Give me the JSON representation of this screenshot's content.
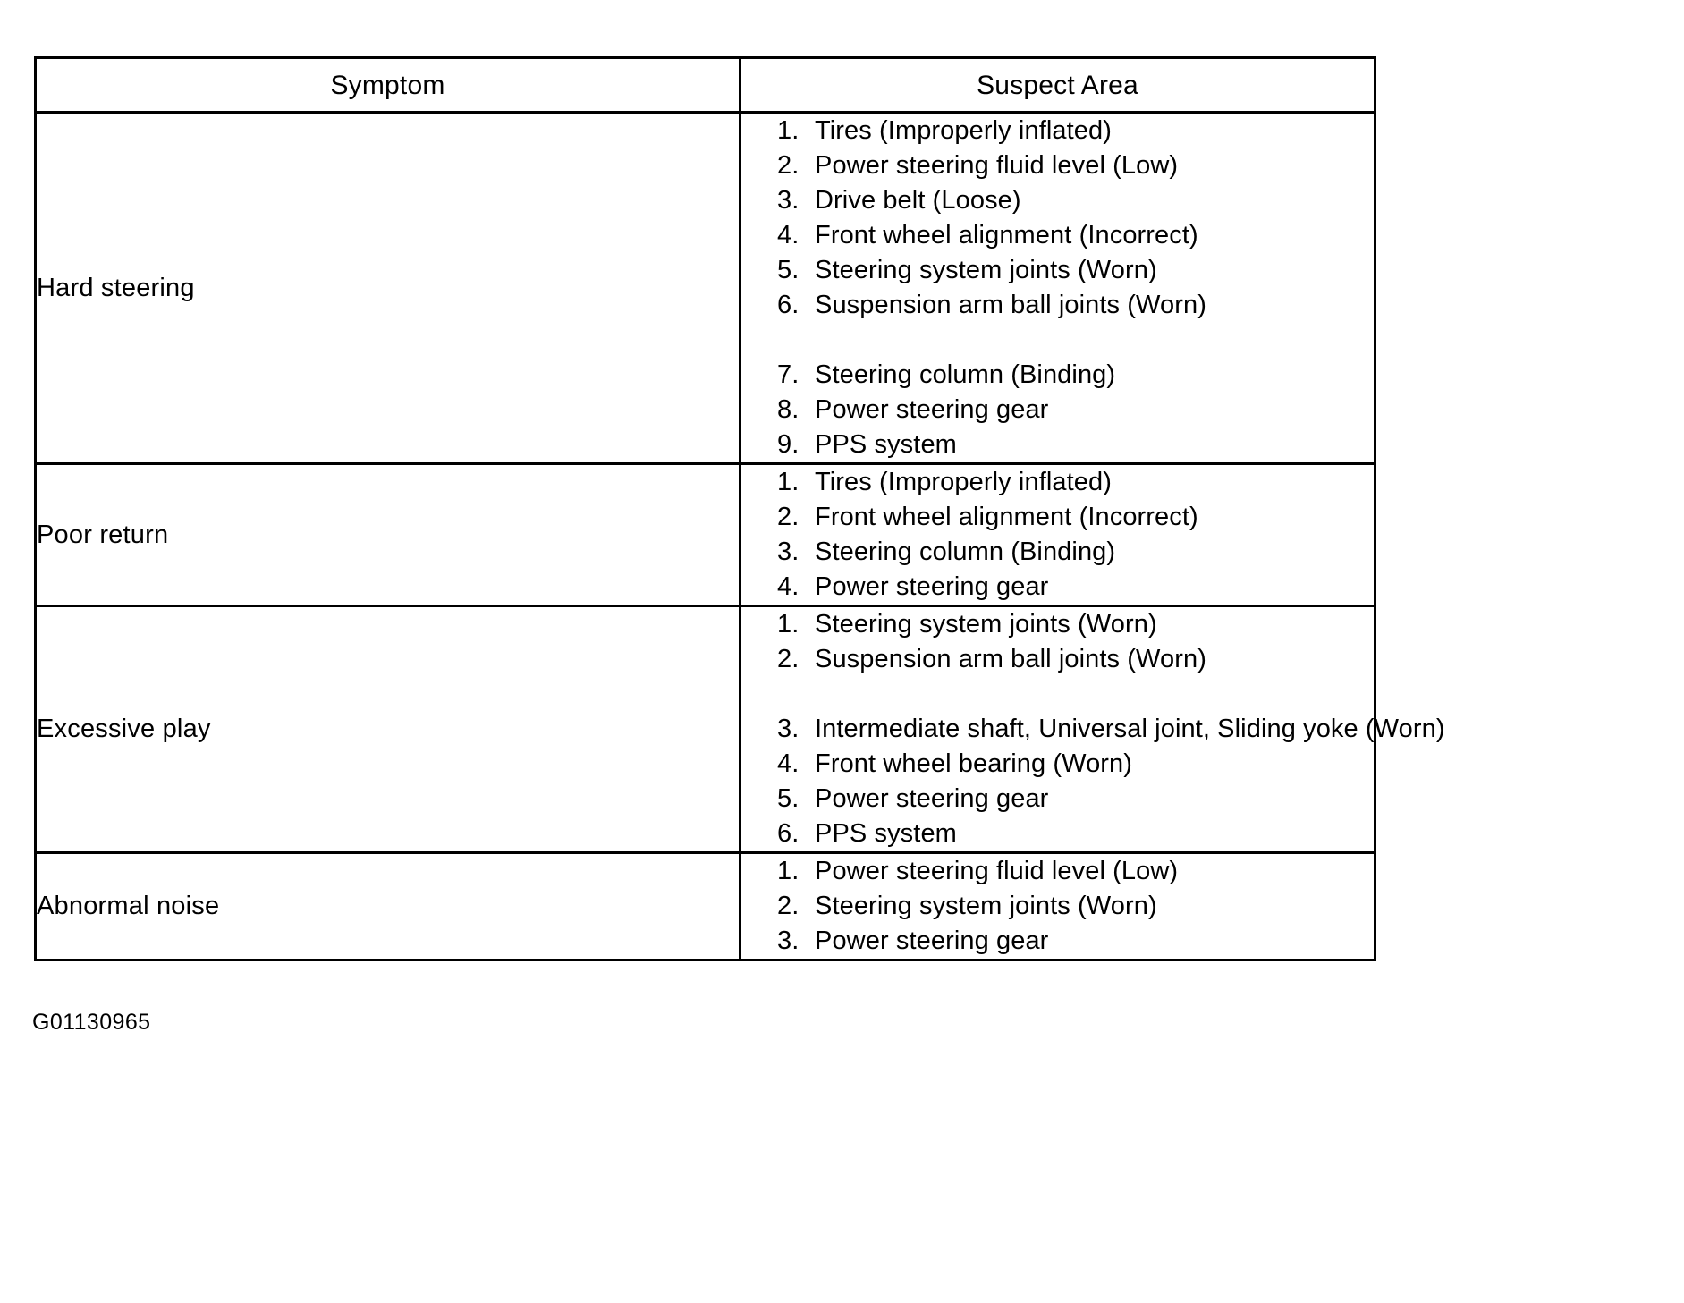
{
  "table": {
    "headers": {
      "symptom": "Symptom",
      "suspect_area": "Suspect Area"
    },
    "rows": [
      {
        "symptom": "Hard steering",
        "items": [
          {
            "num": "1.",
            "text": "Tires (Improperly inflated)"
          },
          {
            "num": "2.",
            "text": "Power steering fluid level (Low)"
          },
          {
            "num": "3.",
            "text": "Drive belt (Loose)"
          },
          {
            "num": "4.",
            "text": "Front wheel alignment (Incorrect)"
          },
          {
            "num": "5.",
            "text": "Steering system joints (Worn)"
          },
          {
            "num": "6.",
            "text": "Suspension arm ball joints (Worn)"
          },
          {
            "num": "",
            "text": ""
          },
          {
            "num": "7.",
            "text": "Steering column (Binding)"
          },
          {
            "num": "8.",
            "text": "Power steering gear"
          },
          {
            "num": "9.",
            "text": "PPS system"
          }
        ]
      },
      {
        "symptom": "Poor return",
        "items": [
          {
            "num": "1.",
            "text": "Tires (Improperly inflated)"
          },
          {
            "num": "2.",
            "text": "Front wheel alignment (Incorrect)"
          },
          {
            "num": "3.",
            "text": "Steering column (Binding)"
          },
          {
            "num": "4.",
            "text": "Power steering gear"
          }
        ]
      },
      {
        "symptom": "Excessive play",
        "items": [
          {
            "num": "1.",
            "text": "Steering system joints (Worn)"
          },
          {
            "num": "2.",
            "text": "Suspension arm ball joints (Worn)"
          },
          {
            "num": "",
            "text": ""
          },
          {
            "num": "3.",
            "text": "Intermediate shaft, Universal joint, Sliding yoke (Worn)"
          },
          {
            "num": "4.",
            "text": "Front wheel bearing (Worn)"
          },
          {
            "num": "5.",
            "text": "Power steering gear"
          },
          {
            "num": "6.",
            "text": "PPS system"
          }
        ]
      },
      {
        "symptom": "Abnormal noise",
        "items": [
          {
            "num": "1.",
            "text": "Power steering fluid level (Low)"
          },
          {
            "num": "2.",
            "text": "Steering system joints (Worn)"
          },
          {
            "num": "3.",
            "text": "Power steering gear"
          }
        ]
      }
    ]
  },
  "caption": "G01130965"
}
